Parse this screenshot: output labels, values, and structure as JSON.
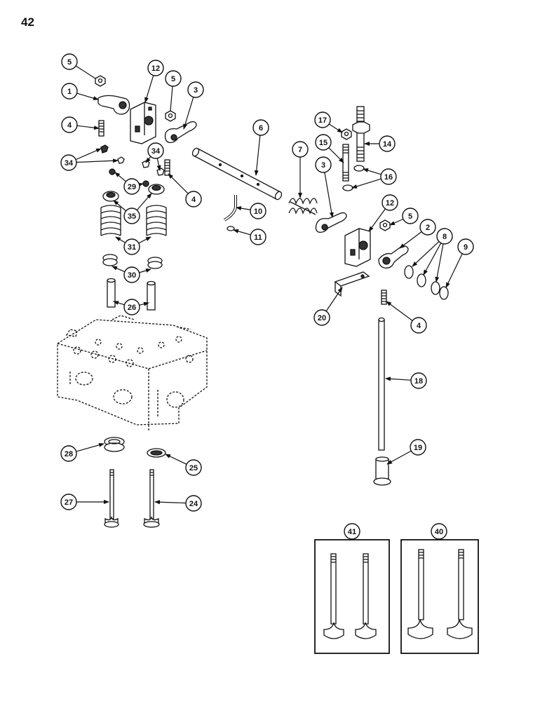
{
  "page_number": "42",
  "callouts": [
    {
      "id": "c5a",
      "label": "5"
    },
    {
      "id": "c12a",
      "label": "12"
    },
    {
      "id": "c5b",
      "label": "5"
    },
    {
      "id": "c1",
      "label": "1"
    },
    {
      "id": "c3a",
      "label": "3"
    },
    {
      "id": "c4a",
      "label": "4"
    },
    {
      "id": "c34a",
      "label": "34"
    },
    {
      "id": "c34b",
      "label": "34"
    },
    {
      "id": "c29",
      "label": "29"
    },
    {
      "id": "c4b",
      "label": "4"
    },
    {
      "id": "c35",
      "label": "35"
    },
    {
      "id": "c31",
      "label": "31"
    },
    {
      "id": "c30",
      "label": "30"
    },
    {
      "id": "c26",
      "label": "26"
    },
    {
      "id": "c6",
      "label": "6"
    },
    {
      "id": "c10",
      "label": "10"
    },
    {
      "id": "c11",
      "label": "11"
    },
    {
      "id": "c7",
      "label": "7"
    },
    {
      "id": "c17",
      "label": "17"
    },
    {
      "id": "c14",
      "label": "14"
    },
    {
      "id": "c15",
      "label": "15"
    },
    {
      "id": "c16",
      "label": "16"
    },
    {
      "id": "c3b",
      "label": "3"
    },
    {
      "id": "c12b",
      "label": "12"
    },
    {
      "id": "c5c",
      "label": "5"
    },
    {
      "id": "c2",
      "label": "2"
    },
    {
      "id": "c8",
      "label": "8"
    },
    {
      "id": "c9",
      "label": "9"
    },
    {
      "id": "c20",
      "label": "20"
    },
    {
      "id": "c4c",
      "label": "4"
    },
    {
      "id": "c18",
      "label": "18"
    },
    {
      "id": "c19",
      "label": "19"
    },
    {
      "id": "c28",
      "label": "28"
    },
    {
      "id": "c25",
      "label": "25"
    },
    {
      "id": "c27",
      "label": "27"
    },
    {
      "id": "c24",
      "label": "24"
    },
    {
      "id": "c41",
      "label": "41"
    },
    {
      "id": "c40",
      "label": "40"
    }
  ]
}
